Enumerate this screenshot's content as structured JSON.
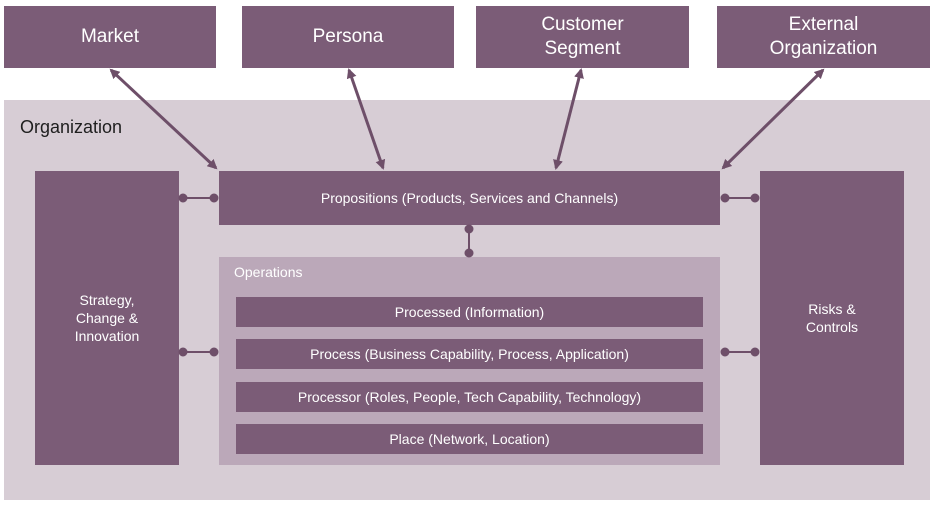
{
  "top_boxes": {
    "market": "Market",
    "persona": "Persona",
    "customer_segment": "Customer\nSegment",
    "external_org": "External\nOrganization"
  },
  "organization": {
    "label": "Organization",
    "strategy": "Strategy,\nChange &\nInnovation",
    "propositions": "Propositions (Products, Services and Channels)",
    "risks": "Risks &\nControls",
    "operations": {
      "label": "Operations",
      "rows": [
        "Processed (Information)",
        "Process (Business Capability, Process, Application)",
        "Processor (Roles, People, Tech Capability, Technology)",
        "Place (Network, Location)"
      ]
    }
  },
  "colors": {
    "box": "#7b5c77",
    "organization_bg": "#d7cdd5",
    "operations_bg": "#bba8b9",
    "connector": "#6e4f69"
  }
}
